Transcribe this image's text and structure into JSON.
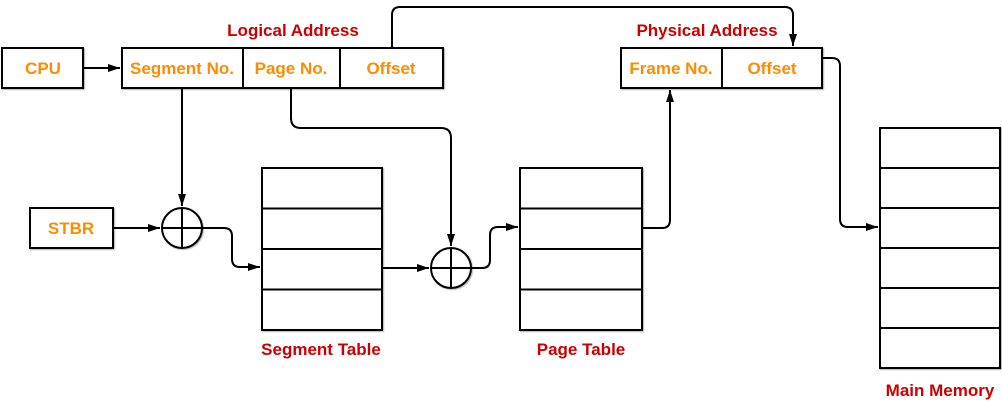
{
  "colors": {
    "label_red": "#CC0000",
    "field_orange": "#FF8C00",
    "line_black": "#000000",
    "background": "#FFFFFF"
  },
  "cpu": {
    "label": "CPU"
  },
  "stbr": {
    "label": "STBR"
  },
  "logical_address": {
    "title": "Logical Address",
    "fields": [
      "Segment No.",
      "Page No.",
      "Offset"
    ]
  },
  "physical_address": {
    "title": "Physical Address",
    "fields": [
      "Frame No.",
      "Offset"
    ]
  },
  "segment_table": {
    "title": "Segment Table",
    "row_count": 4
  },
  "page_table": {
    "title": "Page Table",
    "row_count": 4
  },
  "main_memory": {
    "title": "Main Memory",
    "row_count": 6
  },
  "adders": {
    "symbol": "plus-in-circle",
    "count": 2
  }
}
